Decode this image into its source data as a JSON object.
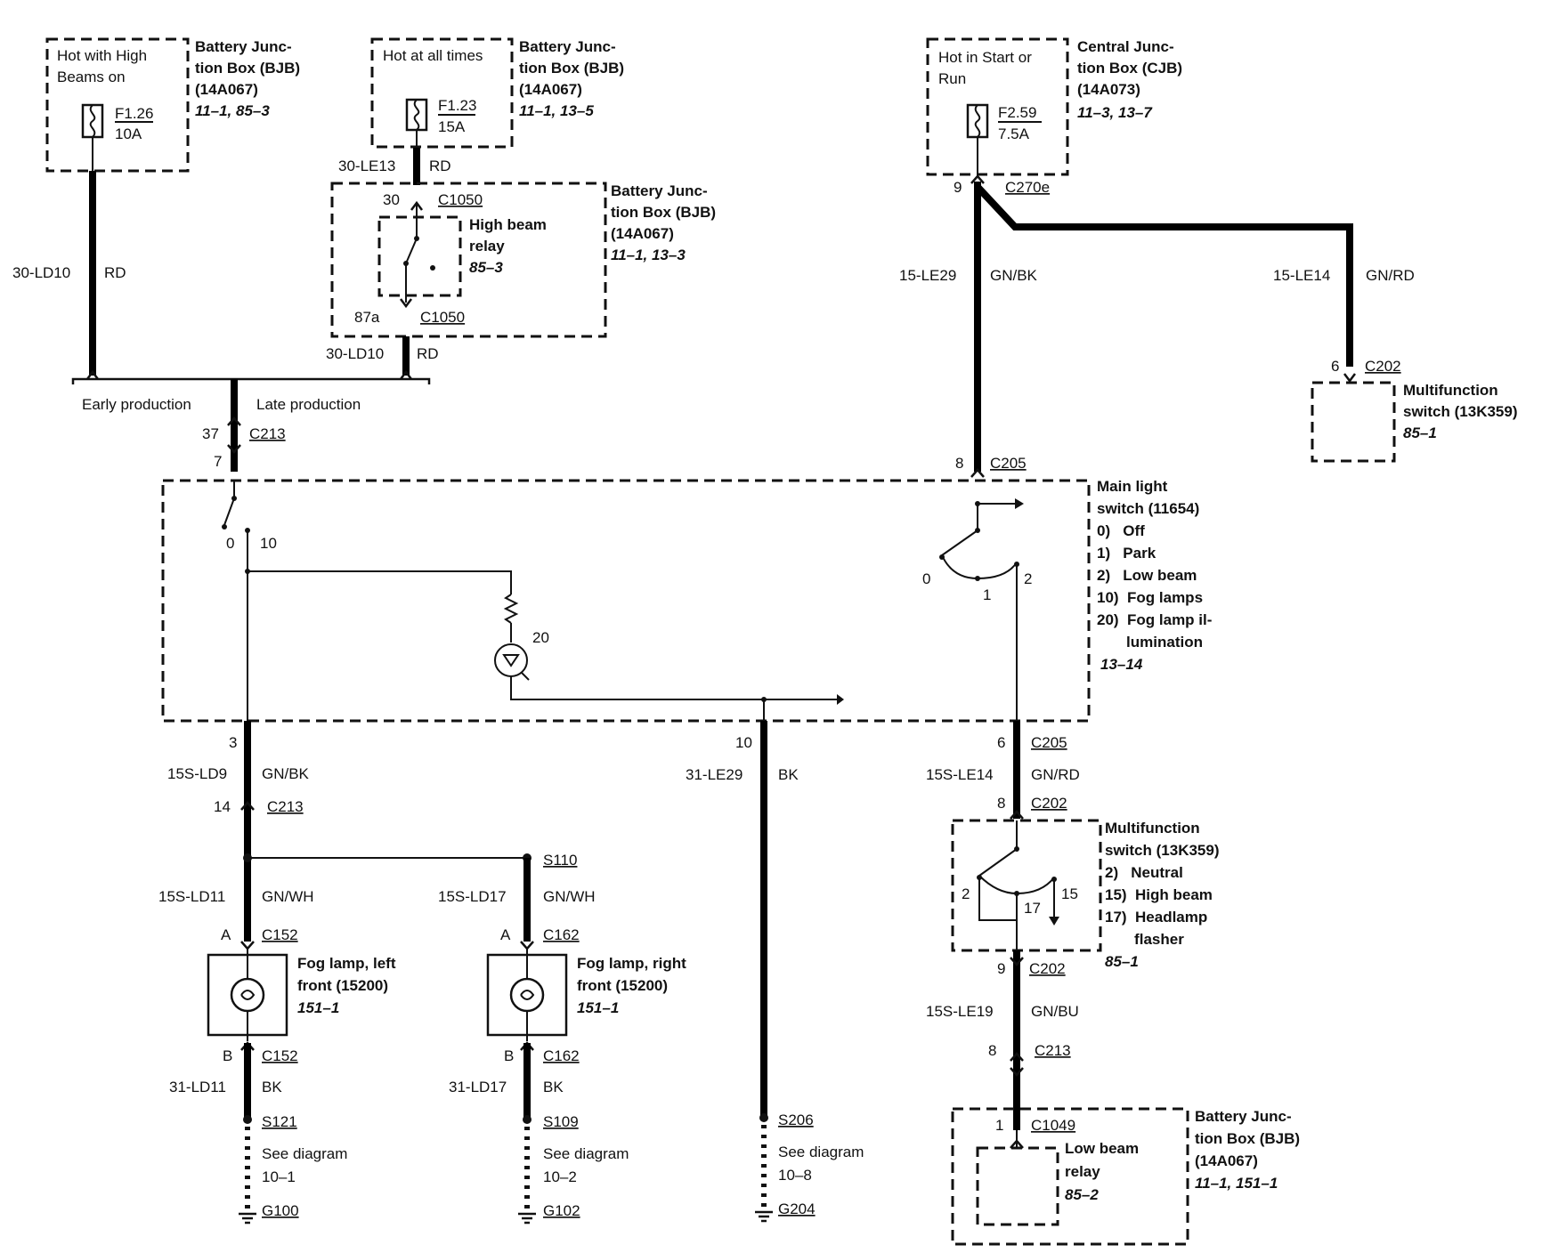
{
  "fuses": {
    "f126": {
      "hot": [
        "Hot with High",
        "Beams on"
      ],
      "id": "F1.26",
      "rating": "10A",
      "box": [
        "Battery Junc-",
        "tion Box (BJB)",
        "(14A067)"
      ],
      "ref": "11–1, 85–3"
    },
    "f123": {
      "hot": [
        "Hot at all times"
      ],
      "id": "F1.23",
      "rating": "15A",
      "box": [
        "Battery Junc-",
        "tion Box (BJB)",
        "(14A067)"
      ],
      "ref": "11–1, 13–5"
    },
    "f259": {
      "hot": [
        "Hot in Start or",
        "Run"
      ],
      "id": "F2.59",
      "rating": "7.5A",
      "box": [
        "Central Junc-",
        "tion Box (CJB)",
        "(14A073)"
      ],
      "ref": "11–3, 13–7"
    }
  },
  "high_beam_relay": {
    "label": [
      "High beam",
      "relay"
    ],
    "ref": "85–3",
    "box": [
      "Battery Junc-",
      "tion Box (BJB)",
      "(14A067)"
    ],
    "box_ref": "11–1, 13–3",
    "pin_in": "30",
    "conn_in": "C1050",
    "pin_out": "87a",
    "conn_out": "C1050"
  },
  "wires": {
    "w30ld10_left": {
      "circuit": "30-LD10",
      "color": "RD"
    },
    "w30le13": {
      "circuit": "30-LE13",
      "color": "RD"
    },
    "w30ld10_right": {
      "circuit": "30-LD10",
      "color": "RD"
    },
    "w15le29": {
      "circuit": "15-LE29",
      "color": "GN/BK"
    },
    "w15le14_top": {
      "circuit": "15-LE14",
      "color": "GN/RD"
    },
    "w15sld9": {
      "circuit": "15S-LD9",
      "color": "GN/BK"
    },
    "w31le29": {
      "circuit": "31-LE29",
      "color": "BK"
    },
    "w15sle14": {
      "circuit": "15S-LE14",
      "color": "GN/RD"
    },
    "w15sld11": {
      "circuit": "15S-LD11",
      "color": "GN/WH"
    },
    "w15sld17": {
      "circuit": "15S-LD17",
      "color": "GN/WH"
    },
    "w15sle19": {
      "circuit": "15S-LE19",
      "color": "GN/BU"
    },
    "w31ld11": {
      "circuit": "31-LD11",
      "color": "BK"
    },
    "w31ld17": {
      "circuit": "31-LD17",
      "color": "BK"
    }
  },
  "production": {
    "early": "Early production",
    "late": "Late production"
  },
  "connectors": {
    "c213_top": {
      "pin_a": "37",
      "pin_b": "7",
      "name": "C213"
    },
    "c270e": {
      "pin": "9",
      "name": "C270e"
    },
    "c205_top": {
      "pin": "8",
      "name": "C205"
    },
    "c202_mf": {
      "pin": "6",
      "name": "C202"
    },
    "ls_pin3": {
      "pin": "3"
    },
    "ls_pin10": {
      "pin": "10"
    },
    "c205_bot": {
      "pin": "6",
      "name": "C205"
    },
    "c213_mid": {
      "pin": "14",
      "name": "C213"
    },
    "c202_a": {
      "pin": "8",
      "name": "C202"
    },
    "c202_b": {
      "pin": "9",
      "name": "C202"
    },
    "c213_bot": {
      "pin": "8",
      "name": "C213"
    },
    "c1049": {
      "pin": "1",
      "name": "C1049"
    },
    "c152_a": {
      "pin": "A",
      "name": "C152"
    },
    "c152_b": {
      "pin": "B",
      "name": "C152"
    },
    "c162_a": {
      "pin": "A",
      "name": "C162"
    },
    "c162_b": {
      "pin": "B",
      "name": "C162"
    }
  },
  "splices": {
    "s110": "S110",
    "s121": "S121",
    "s109": "S109",
    "s206": "S206"
  },
  "grounds": {
    "g100": {
      "see": [
        "See diagram",
        "10–1"
      ],
      "name": "G100"
    },
    "g102": {
      "see": [
        "See diagram",
        "10–2"
      ],
      "name": "G102"
    },
    "g204": {
      "see": [
        "See diagram",
        "10–8"
      ],
      "name": "G204"
    }
  },
  "main_light_switch": {
    "title": [
      "Main light",
      "switch (11654)"
    ],
    "legend": [
      "0)   Off",
      "1)   Park",
      "2)   Low beam",
      "10)  Fog lamps",
      "20)  Fog lamp il-",
      "       lumination"
    ],
    "ref": "13–14",
    "left_positions": {
      "p0": "0",
      "p10": "10"
    },
    "right_positions": {
      "p0": "0",
      "p1": "1",
      "p2": "2"
    },
    "indicator_pos": "20"
  },
  "multifunction_switch_top": {
    "title": [
      "Multifunction",
      "switch (13K359)"
    ],
    "ref": "85–1"
  },
  "multifunction_switch": {
    "title": [
      "Multifunction",
      "switch (13K359)"
    ],
    "legend": [
      "2)   Neutral",
      "15)  High beam",
      "17)  Headlamp",
      "       flasher"
    ],
    "ref": "85–1",
    "positions": {
      "p2": "2",
      "p17": "17",
      "p15": "15"
    }
  },
  "fog_left": {
    "title": [
      "Fog lamp, left",
      "front (15200)"
    ],
    "ref": "151–1"
  },
  "fog_right": {
    "title": [
      "Fog lamp, right",
      "front (15200)"
    ],
    "ref": "151–1"
  },
  "low_beam_relay": {
    "label": [
      "Low beam",
      "relay"
    ],
    "ref": "85–2",
    "box": [
      "Battery Junc-",
      "tion Box (BJB)",
      "(14A067)"
    ],
    "box_ref": "11–1, 151–1"
  }
}
